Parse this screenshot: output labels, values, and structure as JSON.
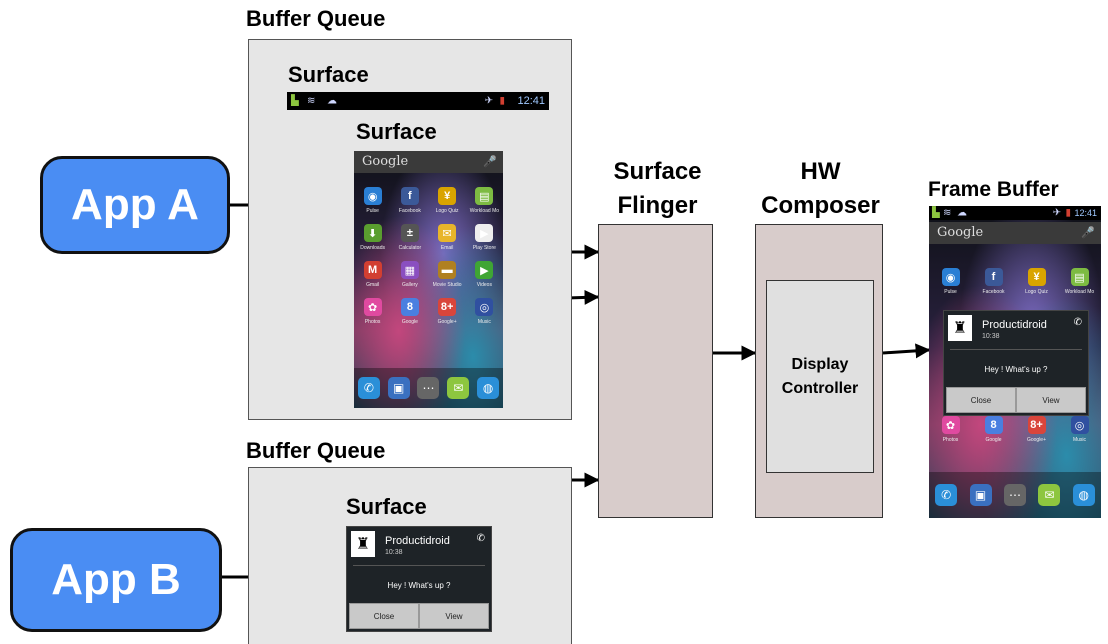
{
  "labels": {
    "buffer_queue_top": "Buffer Queue",
    "buffer_queue_bottom": "Buffer Queue",
    "surface_statusbar": "Surface",
    "surface_home": "Surface",
    "surface_notif": "Surface",
    "surface_flinger_line1": "Surface",
    "surface_flinger_line2": "Flinger",
    "hw_line1": "HW",
    "hw_line2": "Composer",
    "frame_buffer": "Frame Buffer",
    "display_controller_line1": "Display",
    "display_controller_line2": "Controller"
  },
  "apps": {
    "a": "App A",
    "b": "App B"
  },
  "statusbar": {
    "time": "12:41"
  },
  "home": {
    "search": "Google",
    "apps": [
      {
        "label": "Pulse",
        "color": "#2a7fd4",
        "glyph": "◉"
      },
      {
        "label": "Facebook",
        "color": "#3b5998",
        "glyph": "f"
      },
      {
        "label": "Logo Quiz",
        "color": "#d9a400",
        "glyph": "¥"
      },
      {
        "label": "Workload Mo",
        "color": "#7dbb42",
        "glyph": "▤"
      },
      {
        "label": "Downloads",
        "color": "#5a9e2f",
        "glyph": "⬇"
      },
      {
        "label": "Calculator",
        "color": "#555555",
        "glyph": "±"
      },
      {
        "label": "Email",
        "color": "#e8b52a",
        "glyph": "✉"
      },
      {
        "label": "Play Store",
        "color": "#eeeeee",
        "glyph": "▶"
      },
      {
        "label": "Gmail",
        "color": "#d23f31",
        "glyph": "M"
      },
      {
        "label": "Gallery",
        "color": "#8a4fc0",
        "glyph": "▦"
      },
      {
        "label": "Movie Studio",
        "color": "#b08020",
        "glyph": "▬"
      },
      {
        "label": "Videos",
        "color": "#3fa534",
        "glyph": "▶"
      },
      {
        "label": "Photos",
        "color": "#e04aa0",
        "glyph": "✿"
      },
      {
        "label": "Google",
        "color": "#4a7fe0",
        "glyph": "8"
      },
      {
        "label": "Google+",
        "color": "#d9453b",
        "glyph": "8+"
      },
      {
        "label": "Music",
        "color": "#3050a0",
        "glyph": "◎"
      }
    ],
    "dock": [
      {
        "name": "phone",
        "color": "#2a8fd8",
        "glyph": "✆"
      },
      {
        "name": "contacts",
        "color": "#3a70c0",
        "glyph": "▣"
      },
      {
        "name": "launcher",
        "color": "#666666",
        "glyph": "⋯"
      },
      {
        "name": "messaging",
        "color": "#8dc63f",
        "glyph": "✉"
      },
      {
        "name": "browser",
        "color": "#2a8fd8",
        "glyph": "◍"
      }
    ]
  },
  "notification": {
    "name": "Productidroid",
    "time": "10:38",
    "message": "Hey ! What's up ?",
    "close": "Close",
    "view": "View"
  },
  "frame_buffer_screen": {
    "search": "Google",
    "time": "12:41",
    "row1": [
      {
        "label": "Pulse",
        "color": "#2a7fd4",
        "glyph": "◉"
      },
      {
        "label": "Facebook",
        "color": "#3b5998",
        "glyph": "f"
      },
      {
        "label": "Logo Quiz",
        "color": "#d9a400",
        "glyph": "¥"
      },
      {
        "label": "Workload Mo",
        "color": "#7dbb42",
        "glyph": "▤"
      }
    ],
    "row2": [
      {
        "label": "Photos",
        "color": "#e04aa0",
        "glyph": "✿"
      },
      {
        "label": "Google",
        "color": "#4a7fe0",
        "glyph": "8"
      },
      {
        "label": "Google+",
        "color": "#d9453b",
        "glyph": "8+"
      },
      {
        "label": "Music",
        "color": "#3050a0",
        "glyph": "◎"
      }
    ]
  }
}
